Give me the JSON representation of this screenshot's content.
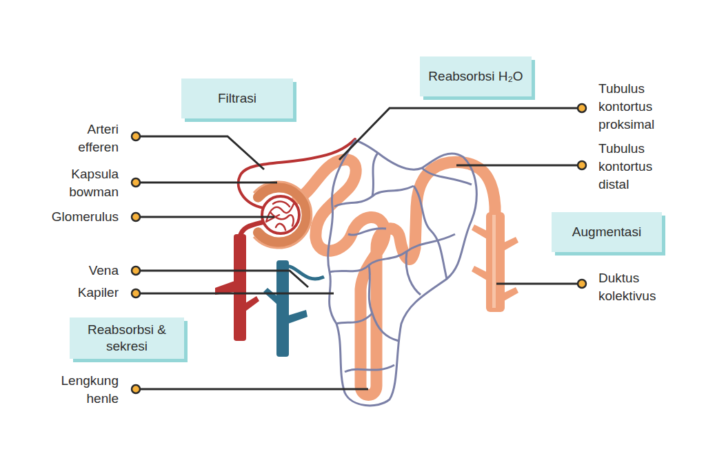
{
  "diagram": {
    "nodes": [
      {
        "text": [
          "Reabsorbsi H₂O"
        ]
      },
      {
        "text": [
          "Filtrasi"
        ]
      },
      {
        "text": [
          "Augmentasi"
        ]
      },
      {
        "text": [
          "Reabsorbsi & sekresi"
        ]
      }
    ],
    "edges": [],
    "labels": [
      "Arteri efferen",
      "Kapsula bowman",
      "Glomerulus",
      "Vena",
      "Kapiler",
      "Lengkung henle",
      "Tubulus kontortus proksimal",
      "Tubulus kontortus distal",
      "Duktus kolektivus"
    ]
  }
}
